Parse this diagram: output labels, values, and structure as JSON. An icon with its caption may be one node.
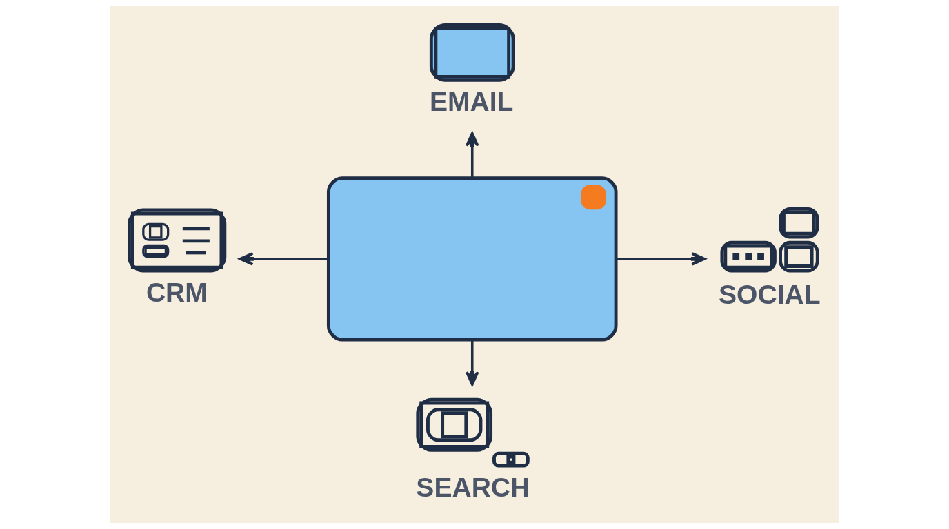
{
  "diagram": {
    "nodes": [
      {
        "text": [
          "EMAIL"
        ]
      },
      {
        "text": [
          "CRM"
        ]
      },
      {
        "text": [],
        "shape": "box"
      },
      {
        "text": [
          "SOCIAL"
        ]
      },
      {
        "text": [
          "SEARCH"
        ]
      }
    ],
    "edges": [
      {
        "from": 2,
        "to": 0,
        "arrow": "to"
      },
      {
        "from": 2,
        "to": 1,
        "arrow": "to"
      },
      {
        "from": 2,
        "to": 3,
        "arrow": "to"
      },
      {
        "from": 2,
        "to": 4,
        "arrow": "to"
      }
    ]
  }
}
